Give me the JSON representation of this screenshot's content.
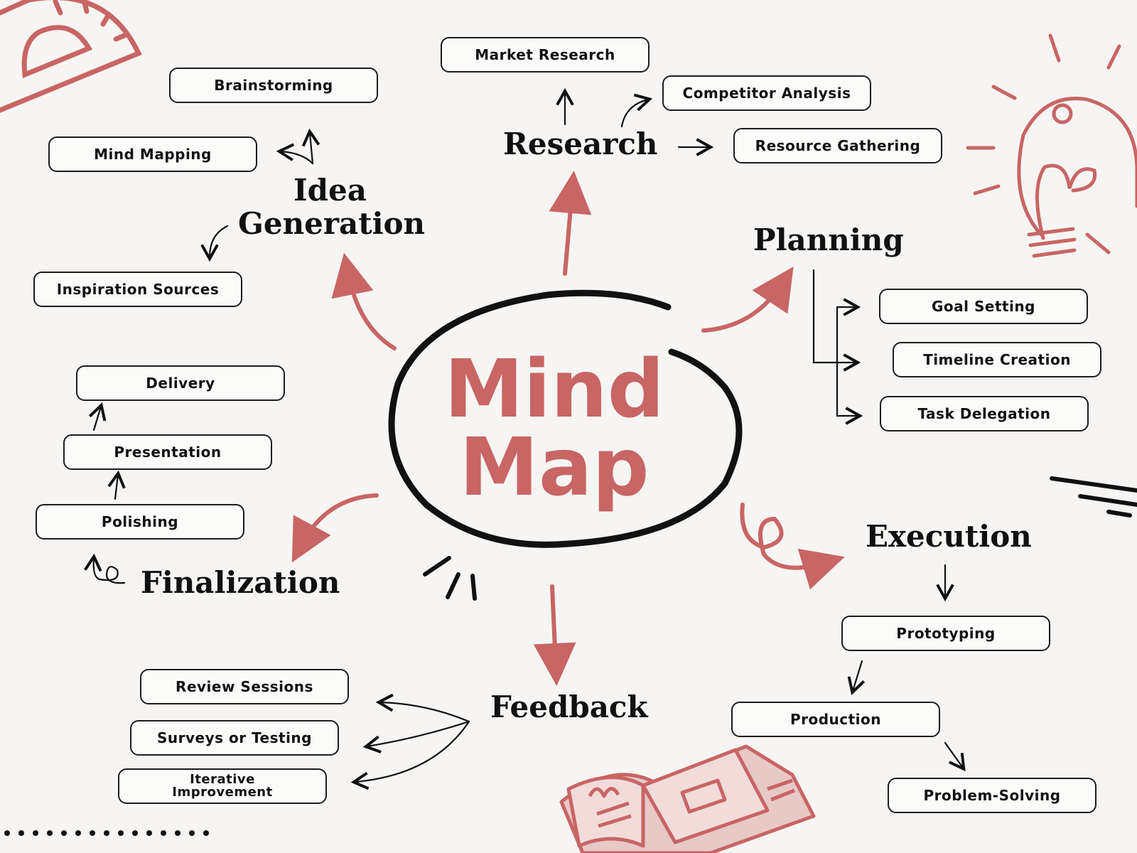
{
  "center": {
    "line1": "Mind",
    "line2": "Map"
  },
  "colors": {
    "accent": "#c86565",
    "ink": "#111111",
    "background": "#f6f5f3"
  },
  "branches": {
    "research": "Research",
    "idea_generation_1": "Idea",
    "idea_generation_2": "Generation",
    "planning": "Planning",
    "finalization": "Finalization",
    "execution": "Execution",
    "feedback": "Feedback"
  },
  "nodes": {
    "market_research": "Market Research",
    "competitor_analysis": "Competitor Analysis",
    "resource_gathering": "Resource Gathering",
    "brainstorming": "Brainstorming",
    "mind_mapping": "Mind Mapping",
    "inspiration_sources": "Inspiration Sources",
    "goal_setting": "Goal Setting",
    "timeline_creation": "Timeline Creation",
    "task_delegation": "Task Delegation",
    "delivery": "Delivery",
    "presentation": "Presentation",
    "polishing": "Polishing",
    "prototyping": "Prototyping",
    "production": "Production",
    "problem_solving": "Problem-Solving",
    "review_sessions": "Review Sessions",
    "surveys_testing": "Surveys or Testing",
    "iterative_1": "Iterative",
    "iterative_2": "Improvement"
  },
  "icons": [
    "protractor-icon",
    "lightbulb-icon",
    "open-book-icon",
    "sparkle-lines-icon",
    "dotted-line-decoration"
  ]
}
